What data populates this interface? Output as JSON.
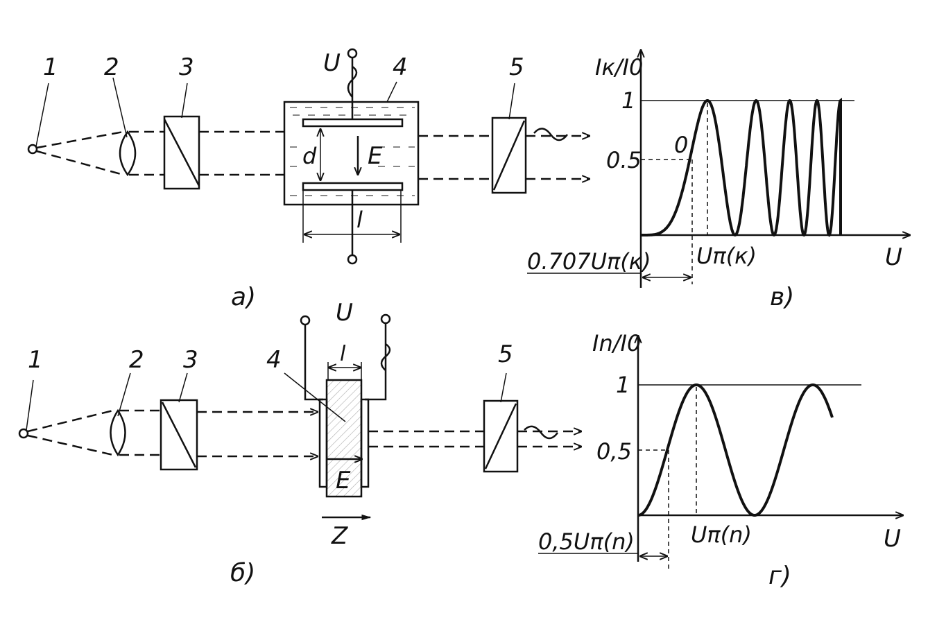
{
  "component_labels": {
    "source": "1",
    "lens": "2",
    "polarizer": "3",
    "crystal": "4",
    "analyzer": "5"
  },
  "panel_a": {
    "caption": "а)",
    "voltage": "U",
    "gap": "d",
    "field": "E",
    "length": "l"
  },
  "panel_b": {
    "caption": "б)",
    "voltage": "U",
    "length": "l",
    "field": "E",
    "axis": "Z"
  },
  "panel_v": {
    "caption": "в)",
    "y_label": "Iк/I0",
    "x_label": "U",
    "tick_1": "1",
    "tick_05": "0.5",
    "point_label": "0",
    "u_pi_label": "Uπ(к)",
    "offset_label": "0.707Uπ(к)"
  },
  "panel_g": {
    "caption": "г)",
    "y_label": "In/I0",
    "x_label": "U",
    "tick_1": "1",
    "tick_05": "0,5",
    "u_pi_label": "Uπ(n)",
    "offset_label": "0,5Uπ(n)"
  },
  "colors": {
    "ink": "#111111",
    "background": "#ffffff"
  }
}
